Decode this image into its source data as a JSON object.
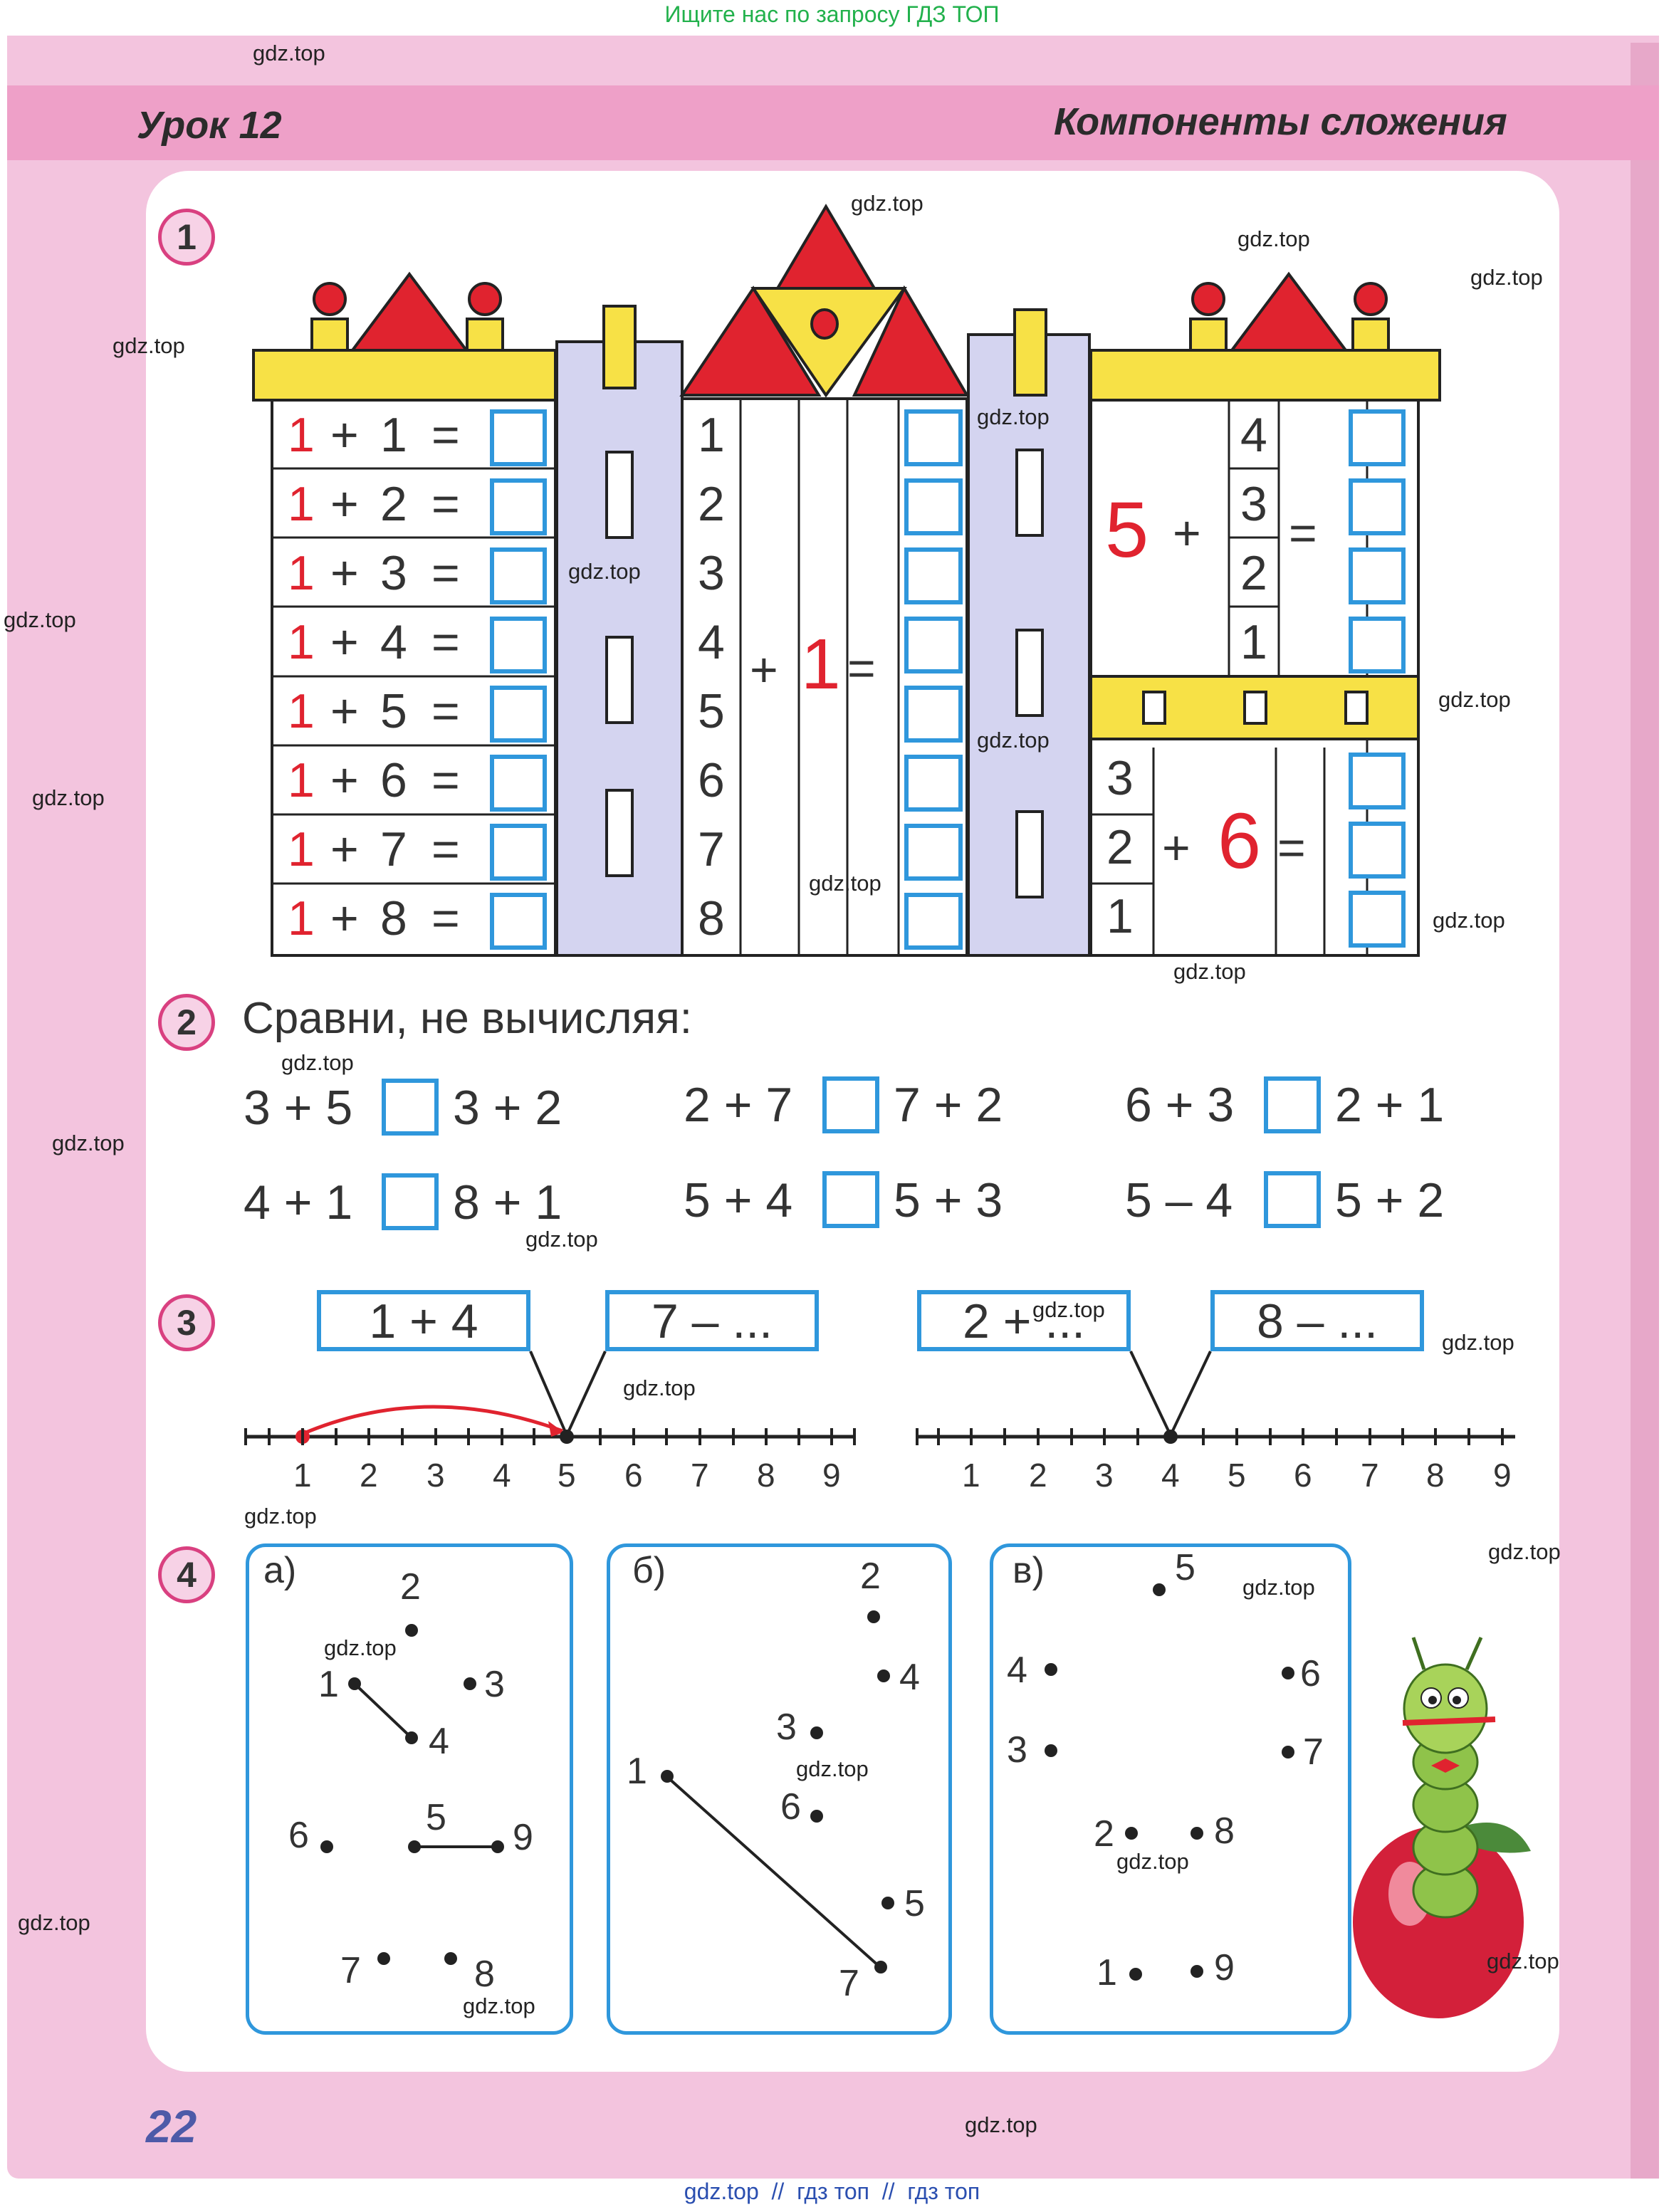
{
  "top_banner": "Ищите нас по запросу ГДЗ ТОП",
  "lesson": "Урок 12",
  "topic": "Компоненты сложения",
  "page_number": "22",
  "footer": "gdz.top  //  гдз топ  //  гдз топ",
  "watermark": "gdz.top",
  "colors": {
    "page": "#f3c4de",
    "band": "#eea0c8",
    "box": "#2f97dc",
    "red": "#e0232f",
    "yellow": "#f7e146",
    "lilac": "#d4d4f0"
  },
  "task1": {
    "number": "1",
    "left_rows": [
      {
        "a": "1",
        "op": "+",
        "b": "1",
        "eq": "="
      },
      {
        "a": "1",
        "op": "+",
        "b": "2",
        "eq": "="
      },
      {
        "a": "1",
        "op": "+",
        "b": "3",
        "eq": "="
      },
      {
        "a": "1",
        "op": "+",
        "b": "4",
        "eq": "="
      },
      {
        "a": "1",
        "op": "+",
        "b": "5",
        "eq": "="
      },
      {
        "a": "1",
        "op": "+",
        "b": "6",
        "eq": "="
      },
      {
        "a": "1",
        "op": "+",
        "b": "7",
        "eq": "="
      },
      {
        "a": "1",
        "op": "+",
        "b": "8",
        "eq": "="
      }
    ],
    "middle_column": [
      "1",
      "2",
      "3",
      "4",
      "5",
      "6",
      "7",
      "8"
    ],
    "middle_plus": "+",
    "middle_addend": "1",
    "middle_eq": "=",
    "right_top_addend": "5",
    "right_top_plus": "+",
    "right_top_column": [
      "4",
      "3",
      "2",
      "1"
    ],
    "right_top_eq": "=",
    "right_bottom_column": [
      "3",
      "2",
      "1"
    ],
    "right_bottom_plus": "+",
    "right_bottom_addend": "6",
    "right_bottom_eq": "="
  },
  "task2": {
    "number": "2",
    "instruction": "Сравни, не вычисляя:",
    "pairs": [
      {
        "left": "3 + 5",
        "right": "3 + 2"
      },
      {
        "left": "2 + 7",
        "right": "7 + 2"
      },
      {
        "left": "6 + 3",
        "right": "2 + 1"
      },
      {
        "left": "4 + 1",
        "right": "8 + 1"
      },
      {
        "left": "5 + 4",
        "right": "5 + 3"
      },
      {
        "left": "5 – 4",
        "right": "5 + 2"
      }
    ]
  },
  "task3": {
    "number": "3",
    "left_boxes": [
      "1 + 4",
      "7 – ..."
    ],
    "right_boxes": [
      "2 + ...",
      "8 – ..."
    ],
    "ticks": [
      "1",
      "2",
      "3",
      "4",
      "5",
      "6",
      "7",
      "8",
      "9"
    ]
  },
  "task4": {
    "number": "4",
    "panels": [
      {
        "label": "а)",
        "points": [
          "2",
          "1",
          "3",
          "4",
          "5",
          "6",
          "9",
          "7",
          "8"
        ]
      },
      {
        "label": "б)",
        "points": [
          "2",
          "4",
          "3",
          "1",
          "6",
          "5",
          "7"
        ]
      },
      {
        "label": "в)",
        "points": [
          "5",
          "4",
          "6",
          "3",
          "7",
          "2",
          "8",
          "1",
          "9"
        ]
      }
    ]
  }
}
